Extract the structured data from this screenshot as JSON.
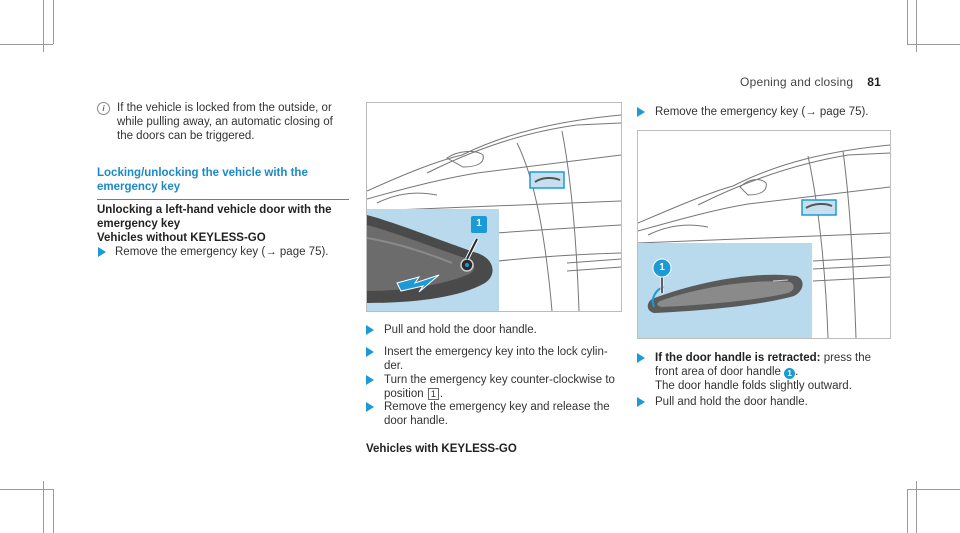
{
  "header": {
    "section": "Opening and closing",
    "page_number": "81"
  },
  "left": {
    "note": [
      "If the vehicle is locked from the outside, or",
      "while pulling away, an automatic closing of",
      "the doors can be triggered."
    ],
    "heading": [
      "Locking/unlocking the vehicle with the",
      "emergency key"
    ],
    "subheading": [
      "Unlocking a left-hand vehicle door with the",
      "emergency key",
      "Vehicles without KEYLESS-GO"
    ],
    "step1": "Remove the emergency key (→ page 75)."
  },
  "middle": {
    "figure_callout": "1",
    "steps": [
      [
        "Pull and hold the door handle."
      ],
      [
        "Insert the emergency key into the lock cylin-",
        "der."
      ],
      [
        "Turn the emergency key counter-clockwise to"
      ],
      [
        "Remove the emergency key and release the",
        "door handle."
      ]
    ],
    "step3_line2_prefix": "position",
    "step3_position": "1",
    "step3_line2_suffix": ".",
    "subheading": "Vehicles with KEYLESS-GO"
  },
  "right": {
    "step1": "Remove the emergency key (→ page 75).",
    "figure_callout": "1",
    "step2_bold": "If the door handle is retracted:",
    "step2_rest": " press the",
    "step2_line2_prefix": "front area of door handle",
    "step2_callout": "1",
    "step2_line2_suffix": ".",
    "step2_line3": "The door handle folds slightly outward.",
    "step3": "Pull and hold the door handle."
  }
}
